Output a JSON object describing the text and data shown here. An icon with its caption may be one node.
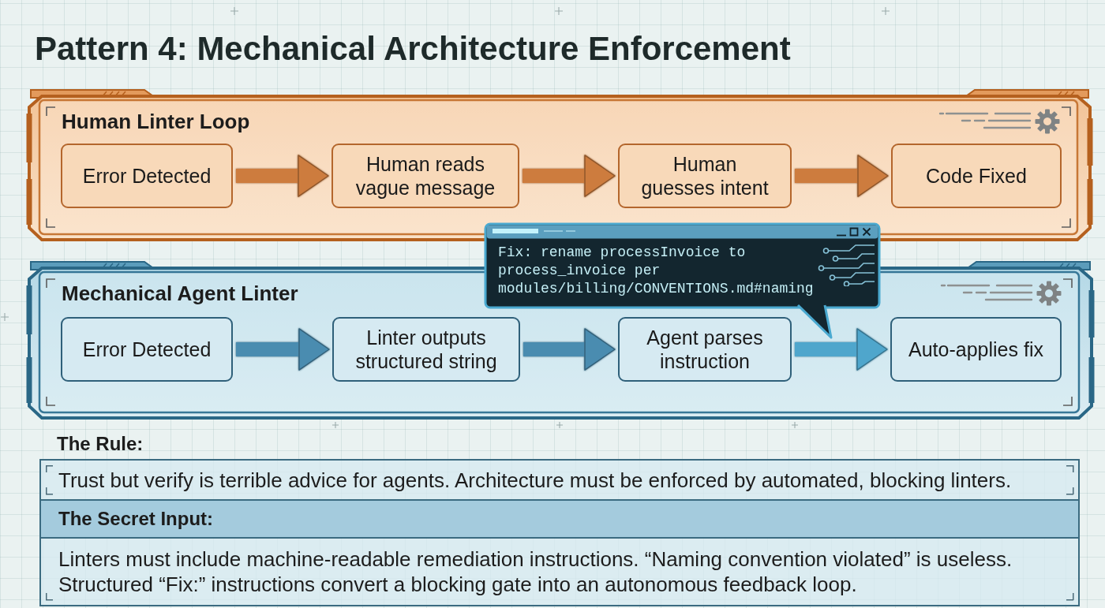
{
  "diagram": {
    "title": "Pattern 4: Mechanical Architecture Enforcement",
    "nodes": [
      {
        "text": [
          "Human Linter Loop"
        ]
      },
      {
        "text": [
          "Error Detected"
        ],
        "in": 0
      },
      {
        "text": [
          "Human reads vague message"
        ],
        "in": 0
      },
      {
        "text": [
          "Human guesses intent"
        ],
        "in": 0
      },
      {
        "text": [
          "Code Fixed"
        ],
        "in": 0
      },
      {
        "text": [
          "Fix: rename processInvoice to process_invoice per modules/billing/CONVENTIONS.md#naming"
        ]
      },
      {
        "text": [
          "Mechanical Agent Linter"
        ]
      },
      {
        "text": [
          "Error Detected"
        ],
        "in": 6
      },
      {
        "text": [
          "Linter outputs structured string"
        ],
        "in": 6
      },
      {
        "text": [
          "Agent parses instruction"
        ],
        "in": 6
      },
      {
        "text": [
          "Auto-applies fix"
        ],
        "in": 6
      },
      {
        "text": [
          "The Rule:",
          "Trust but verify is terrible advice for agents. Architecture must be enforced by automated, blocking linters."
        ]
      },
      {
        "text": [
          "The Secret Input:",
          "Linters must include machine-readable remediation instructions. “Naming convention violated” is useless. Structured “Fix:” instructions convert a blocking gate into an autonomous feedback loop."
        ]
      }
    ],
    "edges": [
      {
        "from": 1,
        "to": 2,
        "arrow": "to",
        "color": "#cd7c3e"
      },
      {
        "from": 2,
        "to": 3,
        "arrow": "to",
        "color": "#cd7c3e"
      },
      {
        "from": 3,
        "to": 4,
        "arrow": "to",
        "color": "#cd7c3e"
      },
      {
        "from": 7,
        "to": 8,
        "arrow": "to",
        "color": "#4a8cb0"
      },
      {
        "from": 8,
        "to": 9,
        "arrow": "to",
        "color": "#4a8cb0"
      },
      {
        "from": 9,
        "to": 10,
        "arrow": "to",
        "color": "#4fa6cc"
      }
    ]
  }
}
